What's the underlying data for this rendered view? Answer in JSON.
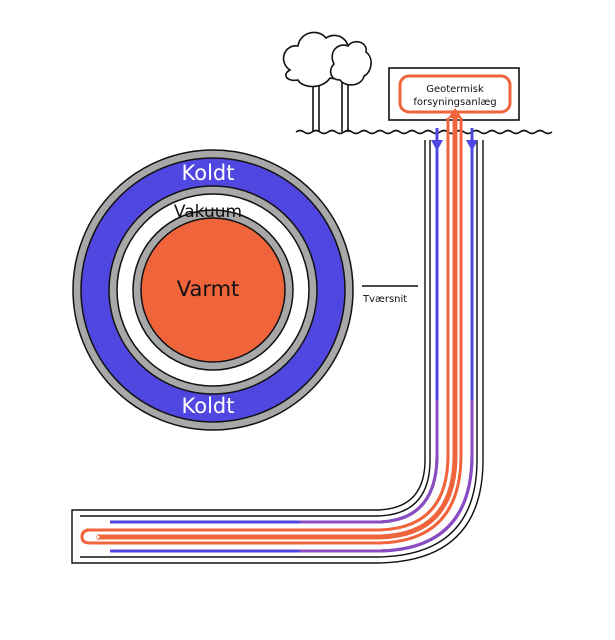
{
  "labels": {
    "cold_top": "Koldt",
    "vacuum": "Vakuum",
    "hot": "Varmt",
    "cold_bottom": "Koldt",
    "cross_section": "Tværsnit",
    "plant_line1": "Geotermisk",
    "plant_line2": "forsyningsanlæg"
  },
  "colors": {
    "cold": "#5046e0",
    "hot": "#f0643c",
    "gray": "#a8a8a8",
    "outline": "#111111",
    "white": "#ffffff"
  },
  "icons": [
    "tree-icon",
    "arrow-down-icon",
    "arrow-up-icon",
    "arrow-right-icon"
  ]
}
